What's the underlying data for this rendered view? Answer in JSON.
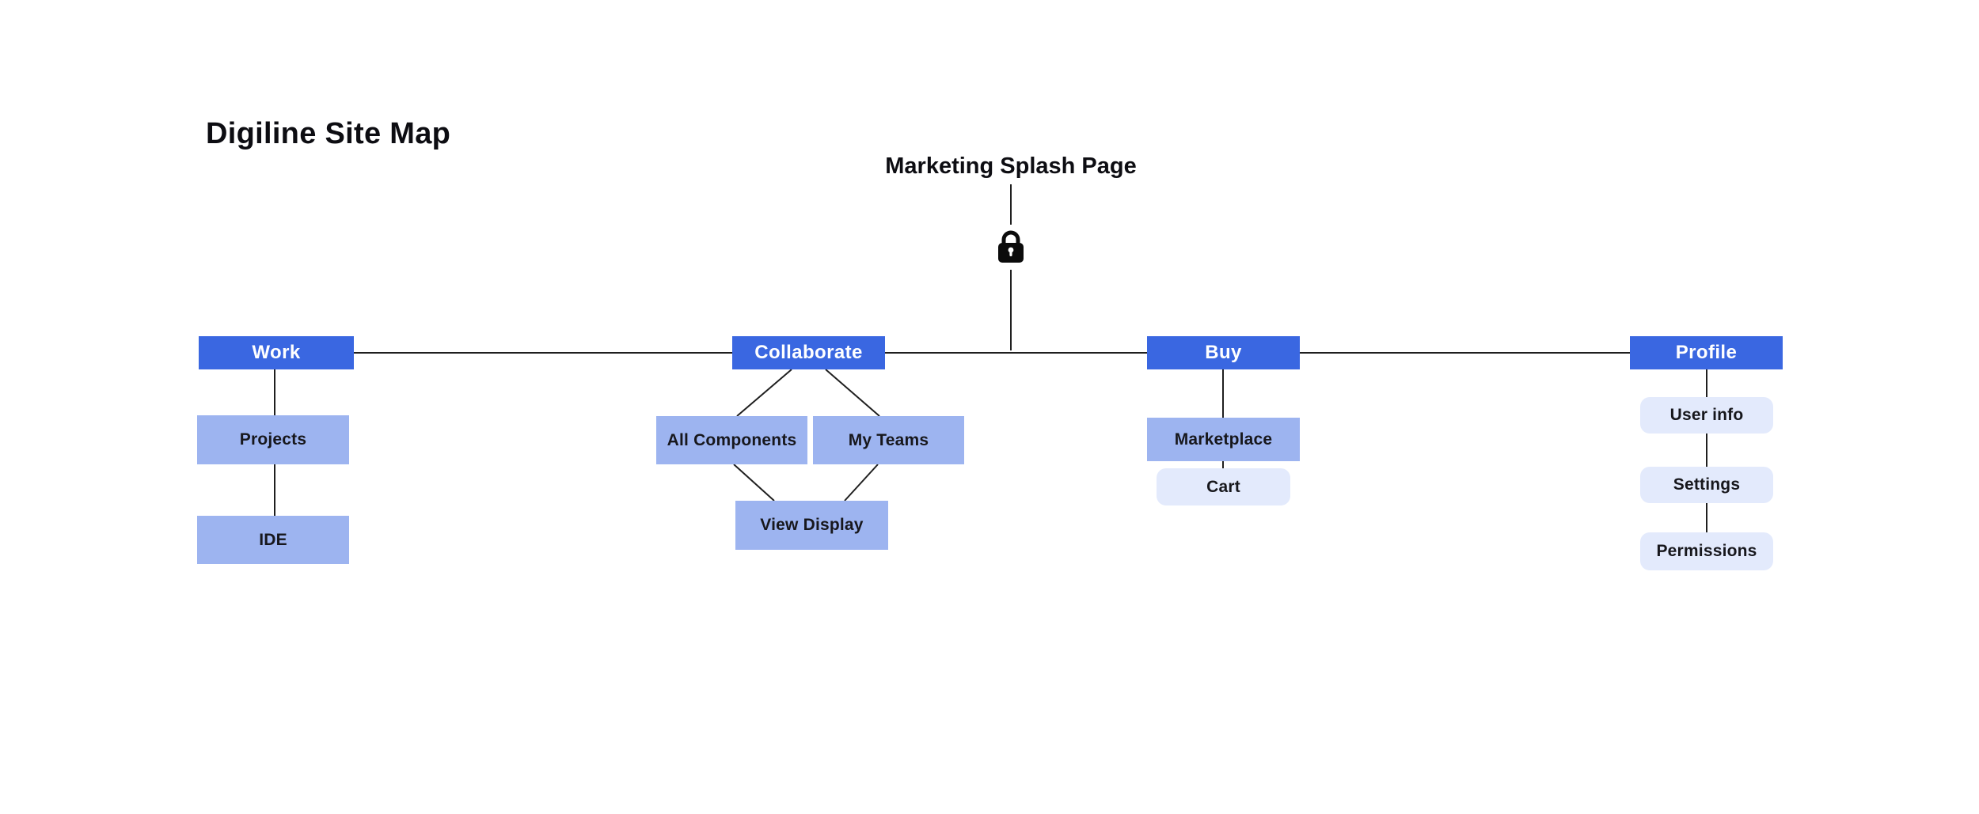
{
  "header": {
    "title": "Digiline Site Map"
  },
  "splash": {
    "label": "Marketing Splash Page",
    "icon": "lock-icon",
    "locked": true
  },
  "nodes": {
    "work": {
      "label": "Work",
      "level": "primary"
    },
    "projects": {
      "label": "Projects",
      "level": "secondary"
    },
    "ide": {
      "label": "IDE",
      "level": "secondary"
    },
    "collaborate": {
      "label": "Collaborate",
      "level": "primary"
    },
    "all_components": {
      "label": "All Components",
      "level": "secondary"
    },
    "my_teams": {
      "label": "My Teams",
      "level": "secondary"
    },
    "view_display": {
      "label": "View Display",
      "level": "secondary"
    },
    "buy": {
      "label": "Buy",
      "level": "primary"
    },
    "marketplace": {
      "label": "Marketplace",
      "level": "secondary"
    },
    "cart": {
      "label": "Cart",
      "level": "tertiary"
    },
    "profile": {
      "label": "Profile",
      "level": "primary"
    },
    "user_info": {
      "label": "User info",
      "level": "tertiary"
    },
    "settings": {
      "label": "Settings",
      "level": "tertiary"
    },
    "permissions": {
      "label": "Permissions",
      "level": "tertiary"
    }
  },
  "edges": [
    {
      "from": "marketing-splash-page",
      "to": "main-nav-line",
      "via": "lock-icon"
    },
    {
      "from": "main-nav-line",
      "to": "work"
    },
    {
      "from": "main-nav-line",
      "to": "collaborate"
    },
    {
      "from": "main-nav-line",
      "to": "buy"
    },
    {
      "from": "main-nav-line",
      "to": "profile"
    },
    {
      "from": "work",
      "to": "projects"
    },
    {
      "from": "projects",
      "to": "ide"
    },
    {
      "from": "collaborate",
      "to": "all_components"
    },
    {
      "from": "collaborate",
      "to": "my_teams"
    },
    {
      "from": "all_components",
      "to": "view_display"
    },
    {
      "from": "my_teams",
      "to": "view_display"
    },
    {
      "from": "buy",
      "to": "marketplace"
    },
    {
      "from": "marketplace",
      "to": "cart"
    },
    {
      "from": "profile",
      "to": "user_info"
    },
    {
      "from": "user_info",
      "to": "settings"
    },
    {
      "from": "settings",
      "to": "permissions"
    }
  ],
  "colors": {
    "primary_node": "#3A67E1",
    "secondary_node": "#9DB4F0",
    "tertiary_node": "#E3EAFC",
    "node_text_light": "#FFFFFF",
    "node_text_dark": "#17171C",
    "connector": "#1F1F1F",
    "background": "#FFFFFF"
  }
}
